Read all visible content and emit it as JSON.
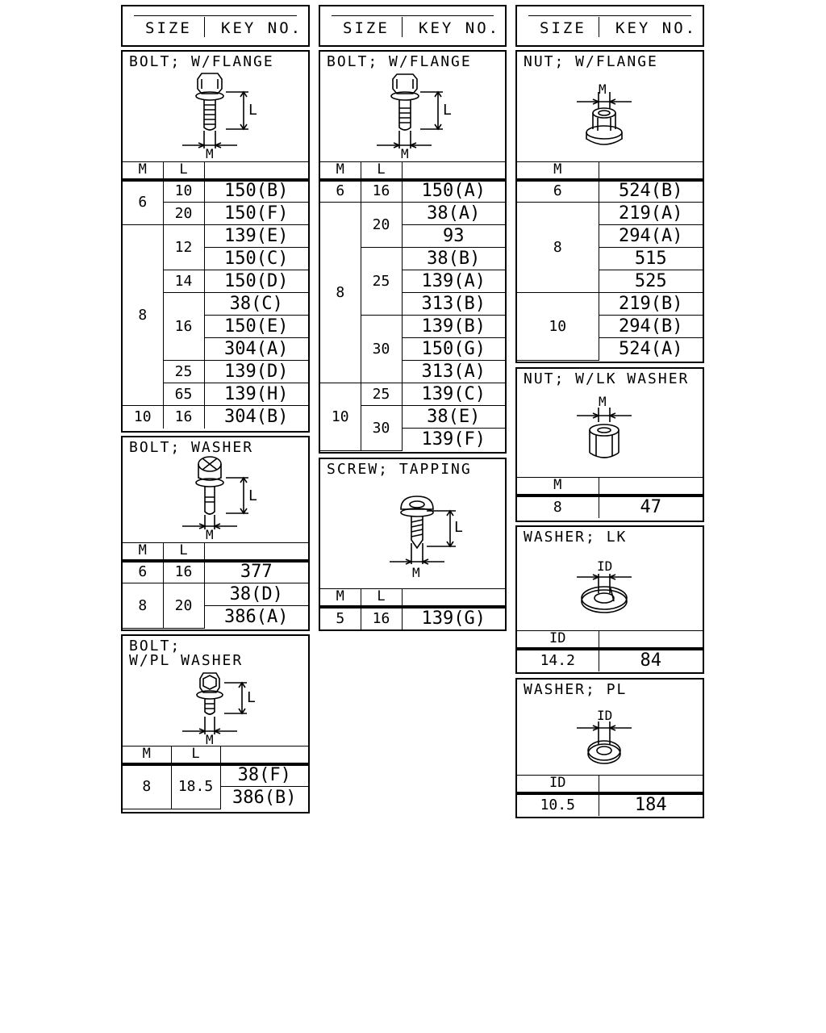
{
  "header": {
    "size_label": "SIZE",
    "key_label": "KEY NO."
  },
  "bolt_flange_a": {
    "title": "BOLT; W/FLANGE",
    "dims": {
      "m": "M",
      "l": "L"
    },
    "cols": [
      "M",
      "L",
      ""
    ],
    "r": [
      {
        "m": "6",
        "l": "10",
        "k": "150(B)"
      },
      {
        "k": "150(F)",
        "l": "20"
      },
      {
        "m": "8",
        "l": "12",
        "k": "139(E)"
      },
      {
        "k": "150(C)"
      },
      {
        "l": "14",
        "k": "150(D)"
      },
      {
        "l": "16",
        "k": "38(C)"
      },
      {
        "k": "150(E)"
      },
      {
        "k": "304(A)"
      },
      {
        "l": "25",
        "k": "139(D)"
      },
      {
        "l": "65",
        "k": "139(H)"
      },
      {
        "m": "10",
        "l": "16",
        "k": "304(B)"
      }
    ]
  },
  "bolt_washer": {
    "title": "BOLT; WASHER",
    "dims": {
      "m": "M",
      "l": "L"
    },
    "cols": [
      "M",
      "L",
      ""
    ],
    "r": [
      {
        "m": "6",
        "l": "16",
        "k": "377"
      },
      {
        "m": "8",
        "l": "20",
        "k": "38(D)"
      },
      {
        "k": "386(A)"
      }
    ]
  },
  "bolt_pl_washer": {
    "title": "BOLT;\nW/PL WASHER",
    "dims": {
      "m": "M",
      "l": "L"
    },
    "cols": [
      "M",
      "L",
      ""
    ],
    "r": [
      {
        "m": "8",
        "l": "18.5",
        "k": "38(F)"
      },
      {
        "k": "386(B)"
      }
    ]
  },
  "bolt_flange_b": {
    "title": "BOLT; W/FLANGE",
    "dims": {
      "m": "M",
      "l": "L"
    },
    "cols": [
      "M",
      "L",
      ""
    ],
    "r": [
      {
        "m": "6",
        "l": "16",
        "k": "150(A)"
      },
      {
        "m": "8",
        "l": "20",
        "k": "38(A)"
      },
      {
        "k": "93"
      },
      {
        "l": "25",
        "k": "38(B)"
      },
      {
        "k": "139(A)"
      },
      {
        "k": "313(B)"
      },
      {
        "l": "30",
        "k": "139(B)"
      },
      {
        "k": "150(G)"
      },
      {
        "k": "313(A)"
      },
      {
        "m": "10",
        "l": "25",
        "k": "139(C)"
      },
      {
        "l": "30",
        "k": "38(E)"
      },
      {
        "k": "139(F)"
      }
    ]
  },
  "screw_tapping": {
    "title": "SCREW; TAPPING",
    "dims": {
      "m": "M",
      "l": "L"
    },
    "cols": [
      "M",
      "L",
      ""
    ],
    "r": [
      {
        "m": "5",
        "l": "16",
        "k": "139(G)"
      }
    ]
  },
  "nut_flange": {
    "title": "NUT; W/FLANGE",
    "dims": {
      "m": "M"
    },
    "cols": [
      "M",
      ""
    ],
    "r": [
      {
        "m": "6",
        "k": "524(B)"
      },
      {
        "m": "8",
        "k": "219(A)"
      },
      {
        "k": "294(A)"
      },
      {
        "k": "515"
      },
      {
        "k": "525"
      },
      {
        "m": "10",
        "k": "219(B)"
      },
      {
        "k": "294(B)"
      },
      {
        "k": "524(A)"
      }
    ]
  },
  "nut_lk_washer": {
    "title": "NUT; W/LK WASHER",
    "dims": {
      "m": "M"
    },
    "cols": [
      "M",
      ""
    ],
    "r": [
      {
        "m": "8",
        "k": "47"
      }
    ]
  },
  "washer_lk": {
    "title": "WASHER; LK",
    "dims": {
      "id": "ID"
    },
    "cols": [
      "ID",
      ""
    ],
    "r": [
      {
        "m": "14.2",
        "k": "84"
      }
    ]
  },
  "washer_pl": {
    "title": "WASHER; PL",
    "dims": {
      "id": "ID"
    },
    "cols": [
      "ID",
      ""
    ],
    "r": [
      {
        "m": "10.5",
        "k": "184"
      }
    ]
  }
}
